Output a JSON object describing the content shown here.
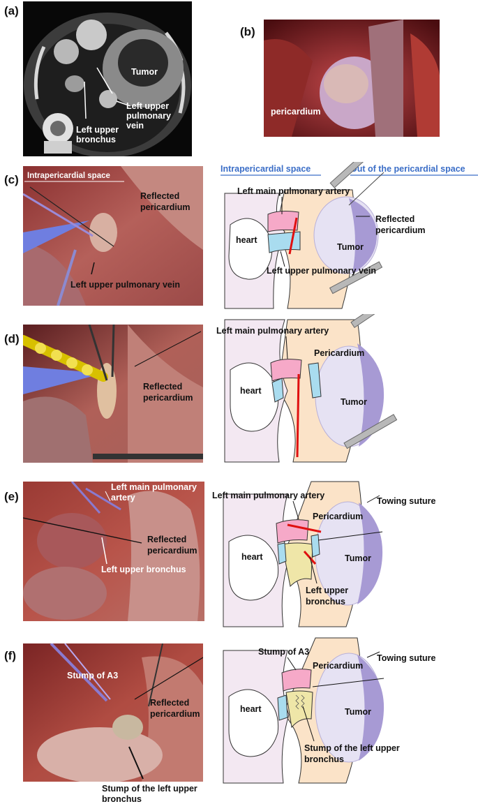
{
  "panels": {
    "a": {
      "letter": "(a)",
      "labels": {
        "tumor": "Tumor",
        "lupv_1": "Left upper",
        "lupv_2": "pulmonary",
        "lupv_3": "vein",
        "lub_1": "Left upper",
        "lub_2": "bronchus"
      }
    },
    "b": {
      "letter": "(b)",
      "labels": {
        "pericardium": "pericardium"
      }
    },
    "c": {
      "letter": "(c)",
      "photo_labels": {
        "intra": "Intrapericardial space",
        "refl_1": "Reflected",
        "refl_2": "pericardium",
        "lupv": "Left upper pulmonary vein"
      },
      "diagram": {
        "header_left": "Intrapericardial space",
        "header_right": "Out of the pericardial space",
        "lmpa": "Left main pulmonary artery",
        "refl_1": "Reflected",
        "refl_2": "pericardium",
        "heart": "heart",
        "tumor": "Tumor",
        "lupv": "Left upper pulmonary vein"
      }
    },
    "d": {
      "letter": "(d)",
      "photo_labels": {
        "refl_1": "Reflected",
        "refl_2": "pericardium"
      },
      "diagram": {
        "lmpa": "Left main pulmonary artery",
        "pericardium": "Pericardium",
        "heart": "heart",
        "tumor": "Tumor"
      }
    },
    "e": {
      "letter": "(e)",
      "photo_labels": {
        "lmpa_1": "Left main pulmonary",
        "lmpa_2": "artery",
        "refl_1": "Reflected",
        "refl_2": "pericardium",
        "lub": "Left upper bronchus"
      },
      "diagram": {
        "lmpa": "Left main pulmonary artery",
        "towing": "Towing suture",
        "pericardium": "Pericardium",
        "heart": "heart",
        "tumor": "Tumor",
        "lub_1": "Left upper",
        "lub_2": "bronchus"
      }
    },
    "f": {
      "letter": "(f)",
      "photo_labels": {
        "stump_a3": "Stump of A3",
        "refl_1": "Reflected",
        "refl_2": "pericardium",
        "below_1": "Stump of the left upper",
        "below_2": "bronchus"
      },
      "diagram": {
        "stump_a3": "Stump of A3",
        "towing": "Towing suture",
        "pericardium": "Pericardium",
        "heart": "heart",
        "tumor": "Tumor",
        "stump_1": "Stump of the left upper",
        "stump_2": "bronchus"
      }
    }
  },
  "colors": {
    "artery_pink": "#f6a9c8",
    "vein_blue": "#a9dcef",
    "bronchus_yellow": "#efe6a8",
    "pericardium_peach": "#fbe3c8",
    "heart_fill": "#f3e8f2",
    "tumor_light": "#e6e2f3",
    "tumor_dark": "#a79ad4",
    "cut_line_red": "#e01010",
    "header_blue": "#3b6ec7"
  }
}
